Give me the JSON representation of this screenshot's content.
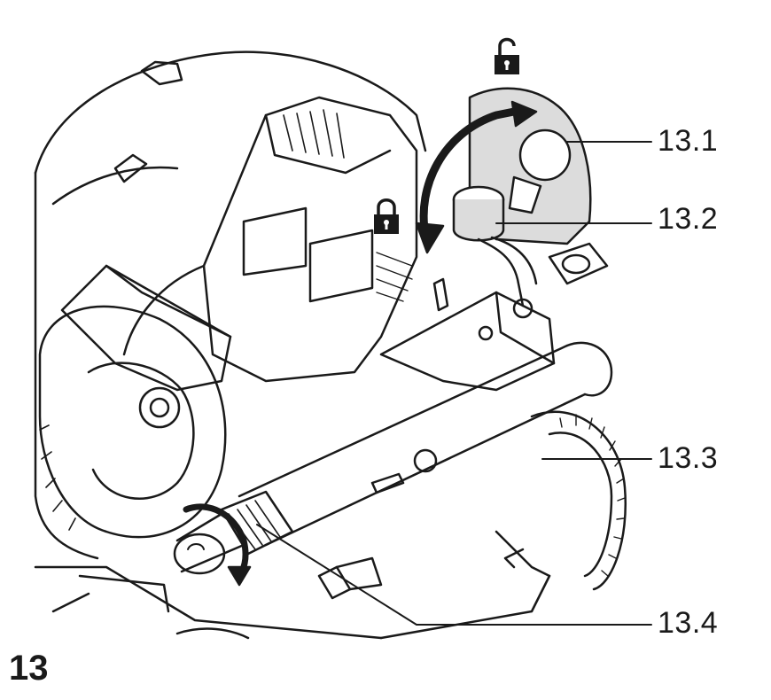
{
  "figure_number": "13",
  "callouts": [
    {
      "id": "13.1",
      "label": "13.1"
    },
    {
      "id": "13.2",
      "label": "13.2"
    },
    {
      "id": "13.3",
      "label": "13.3"
    },
    {
      "id": "13.4",
      "label": "13.4"
    }
  ],
  "icons": {
    "unlock": "unlocked-padlock-icon",
    "lock": "locked-padlock-icon",
    "rotate_arrow": "curved-double-arrow-icon",
    "knob_rotate": "rotation-arrow-icon"
  },
  "colors": {
    "line": "#1a1a1a",
    "highlight_gray": "#dcdcdc",
    "background": "#ffffff"
  }
}
